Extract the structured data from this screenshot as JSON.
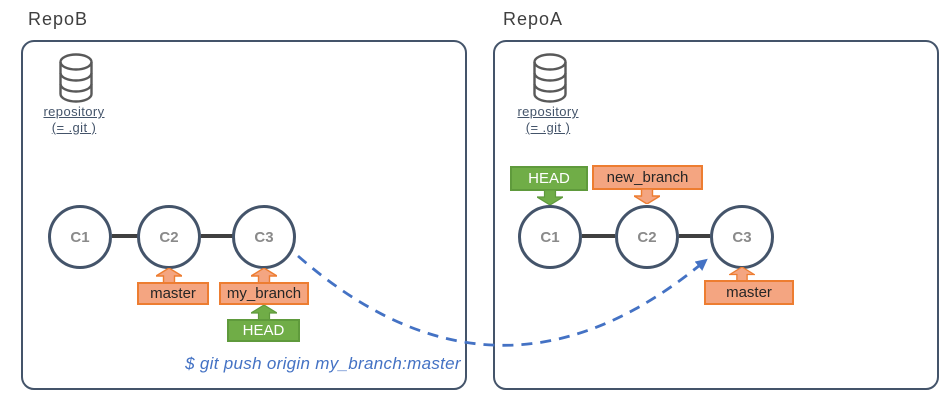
{
  "diagram": {
    "type": "git-remote-push-diagram",
    "command": "$ git push origin my_branch:master",
    "repo_b": {
      "title": "RepoB",
      "repo_label": {
        "line1": "repository",
        "line2": "(= .git )"
      },
      "commits": [
        "C1",
        "C2",
        "C3"
      ],
      "branch_tags": {
        "master": "master",
        "my_branch": "my_branch",
        "head": "HEAD"
      }
    },
    "repo_a": {
      "title": "RepoA",
      "repo_label": {
        "line1": "repository",
        "line2": "(= .git )"
      },
      "commits": [
        "C1",
        "C2",
        "C3"
      ],
      "branch_tags": {
        "head": "HEAD",
        "new_branch": "new_branch",
        "master": "master"
      }
    },
    "colors": {
      "panel_border": "#44546a",
      "circle_border": "#44546a",
      "commit_text": "#8a8a8a",
      "connector": "#404040",
      "branch_tag_fill": "#f4a581",
      "branch_tag_border": "#ed7d31",
      "head_tag_fill": "#70ad47",
      "head_tag_border": "#5f9a3c",
      "push_arrow": "#4472c4",
      "command_text": "#4472c4",
      "repo_label_text": "#44546a",
      "db_icon": "#595959",
      "title_text": "#3f3f3f"
    }
  }
}
